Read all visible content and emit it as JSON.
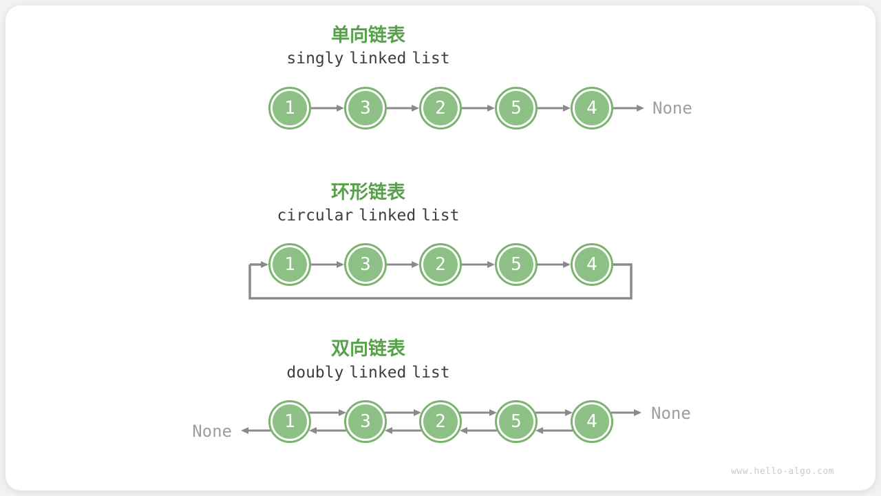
{
  "watermark": "www.hello-algo.com",
  "colors": {
    "title_green": "#57a14b",
    "node_fill": "#8cc084",
    "node_ring": "#79b36d",
    "node_text": "#ffffff",
    "arrow_gray": "#8a8a8a",
    "none_gray": "#9e9e9e",
    "subtitle_dark": "#3a3f44",
    "watermark_gray": "#c8cbcd",
    "card_bg": "#ffffff",
    "page_bg": "#f1f2f2"
  },
  "sections": [
    {
      "id": "singly",
      "type": "singly",
      "title_zh": "单向链表",
      "title_en": "singly linked list",
      "nodes": [
        "1",
        "3",
        "2",
        "5",
        "4"
      ],
      "tail_label": "None"
    },
    {
      "id": "circular",
      "type": "circular",
      "title_zh": "环形链表",
      "title_en": "circular linked list",
      "nodes": [
        "1",
        "3",
        "2",
        "5",
        "4"
      ]
    },
    {
      "id": "doubly",
      "type": "doubly",
      "title_zh": "双向链表",
      "title_en": "doubly linked list",
      "nodes": [
        "1",
        "3",
        "2",
        "5",
        "4"
      ],
      "head_label": "None",
      "tail_label": "None"
    }
  ]
}
